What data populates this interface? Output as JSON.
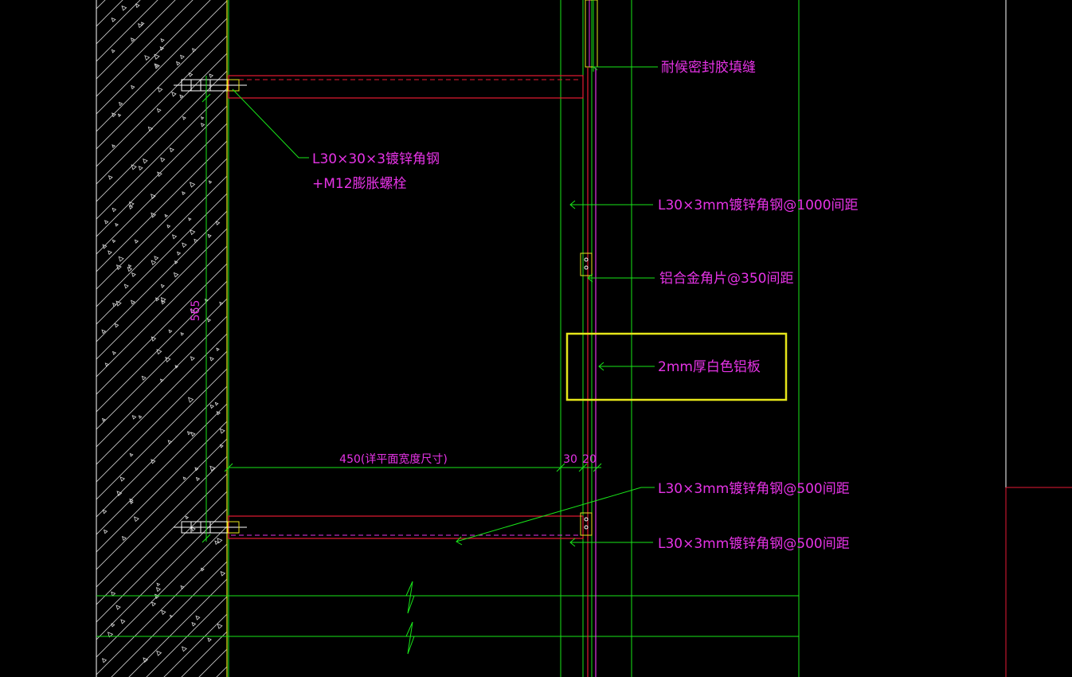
{
  "colors": {
    "background": "#000000",
    "green": "#19e619",
    "magenta": "#e633e6",
    "red": "#e61a33",
    "yellow": "#e6e61a",
    "white": "#ffffff"
  },
  "labels": {
    "sealant": "耐候密封胶填缝",
    "angle_steel_line1": "L30×30×3镀锌角钢",
    "angle_steel_line2": "+M12膨胀螺栓",
    "angle_1000": "L30×3mm镀锌角钢@1000间距",
    "aluminum_clip": "铝合金角片@350间距",
    "aluminum_panel": "2mm厚白色铝板",
    "angle_500_upper": "L30×3mm镀锌角钢@500间距",
    "angle_500_lower": "L30×3mm镀锌角钢@500间距"
  },
  "dimensions": {
    "vertical": "565",
    "width": "450(详平面宽度尺寸)",
    "gap_30": "30",
    "gap_20": "20"
  }
}
